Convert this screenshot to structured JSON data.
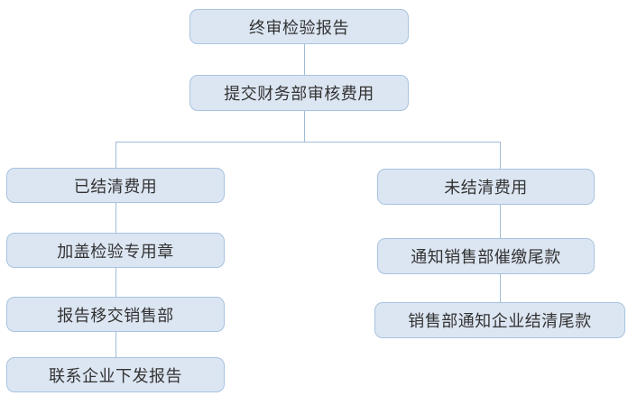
{
  "diagram": {
    "type": "flowchart",
    "colors": {
      "background": "#ffffff",
      "node_fill": "#dce6f2",
      "node_border": "#a8c3e0",
      "connector": "#a3bcd6",
      "text": "#333333"
    },
    "nodes": {
      "final_report": "终审检验报告",
      "submit_finance": "提交财务部审核费用",
      "fees_settled": "已结清费用",
      "stamp_seal": "加盖检验专用章",
      "report_to_sales": "报告移交销售部",
      "contact_issue_report": "联系企业下发报告",
      "fees_unsettled": "未结清费用",
      "notify_sales_collect": "通知销售部催缴尾款",
      "sales_notify_settle": "销售部通知企业结清尾款"
    },
    "edges": [
      {
        "from": "终审检验报告",
        "to": "提交财务部审核费用"
      },
      {
        "from": "提交财务部审核费用",
        "to": "已结清费用"
      },
      {
        "from": "提交财务部审核费用",
        "to": "未结清费用"
      },
      {
        "from": "已结清费用",
        "to": "加盖检验专用章"
      },
      {
        "from": "加盖检验专用章",
        "to": "报告移交销售部"
      },
      {
        "from": "报告移交销售部",
        "to": "联系企业下发报告"
      },
      {
        "from": "未结清费用",
        "to": "通知销售部催缴尾款"
      },
      {
        "from": "通知销售部催缴尾款",
        "to": "销售部通知企业结清尾款"
      }
    ]
  }
}
